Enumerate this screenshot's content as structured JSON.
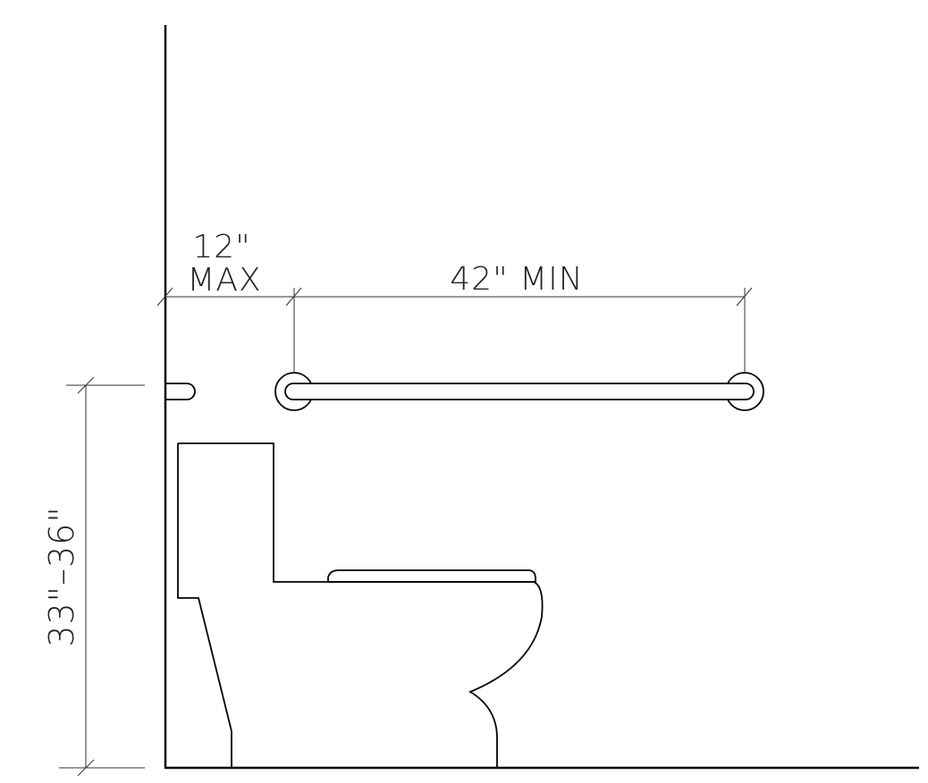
{
  "dimensions": {
    "offset_top": "12\"",
    "offset_bottom": "MAX",
    "bar_length": "42\" MIN",
    "height_range": "33\"–36\""
  },
  "colors": {
    "line": "#000000",
    "dimension_line": "#333333",
    "dimension_text": "#222222",
    "background": "#ffffff"
  }
}
